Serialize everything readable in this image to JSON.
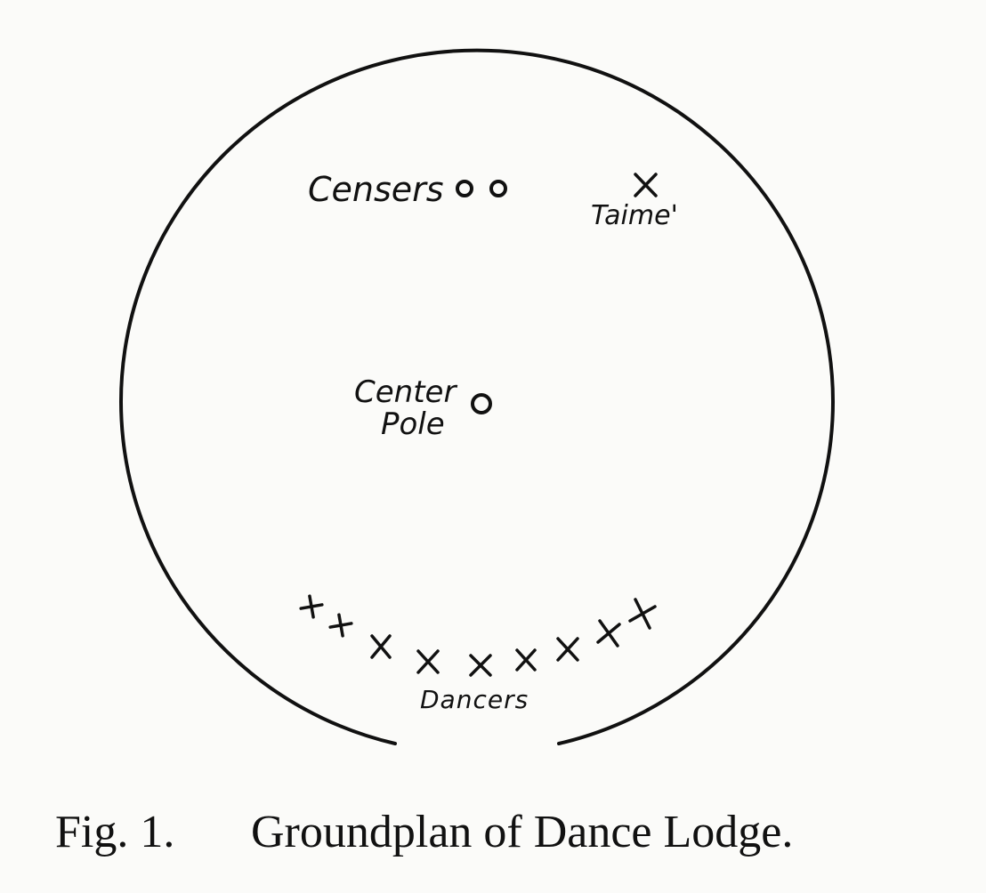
{
  "labels": {
    "censers": "Censers",
    "taime": "Taime'",
    "center_line1": "Center",
    "center_line2": "Pole",
    "dancers": "Dancers"
  },
  "caption": {
    "fig_number": "Fig. 1.",
    "title": "Groundplan of Dance Lodge."
  },
  "symbols": {
    "censers": "open-circle",
    "center_pole": "open-circle",
    "taime": "x-mark",
    "dancers": "x-mark",
    "dancer_count": 9
  },
  "colors": {
    "ink": "#111111",
    "paper": "#fbfbf9"
  }
}
